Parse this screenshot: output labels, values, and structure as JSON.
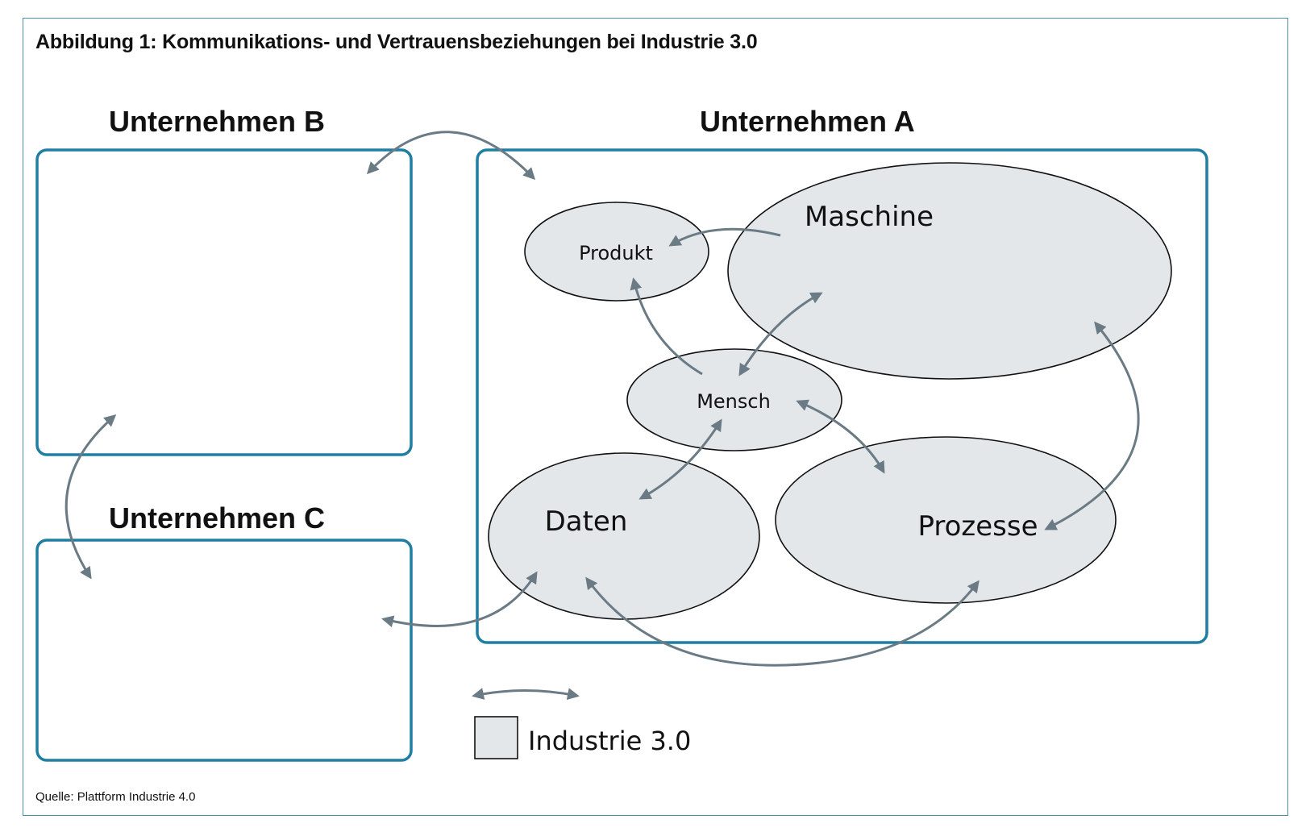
{
  "figure": {
    "title": "Abbildung 1: Kommunikations- und Vertrauensbeziehungen bei Industrie 3.0",
    "source": "Quelle: Plattform Industrie 4.0"
  },
  "companies": {
    "a": "Unternehmen A",
    "b": "Unternehmen B",
    "c": "Unternehmen C"
  },
  "nodes": {
    "produkt": "Produkt",
    "maschine": "Maschine",
    "mensch": "Mensch",
    "daten": "Daten",
    "prozesse": "Prozesse"
  },
  "legend": {
    "industrie": "Industrie 3.0"
  },
  "colors": {
    "box_border": "#1f7ea1",
    "node_fill": "#e3e7ea",
    "arrow": "#6b7b85"
  }
}
